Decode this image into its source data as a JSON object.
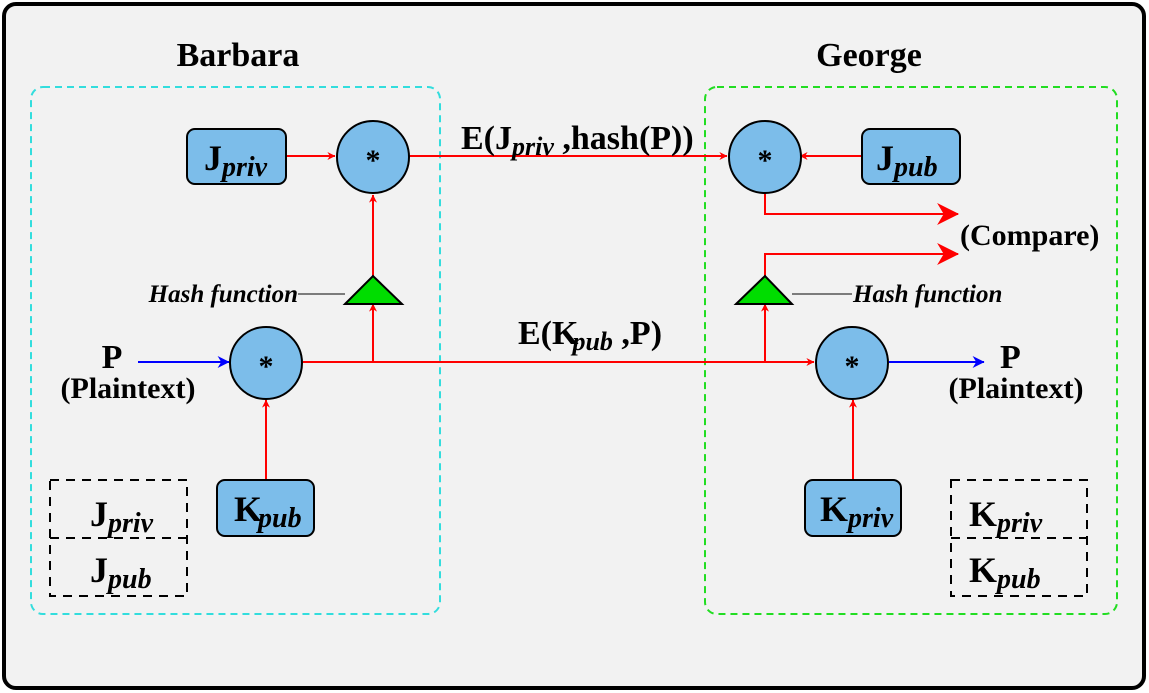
{
  "parties": {
    "left": "Barbara",
    "right": "George"
  },
  "operator": "*",
  "keys": {
    "j_main": "J",
    "k_main": "K",
    "priv_sub": "priv",
    "pub_sub": "pub"
  },
  "messages": {
    "signature_prefix": "E(J",
    "signature_suffix": " ,hash(P))",
    "cipher_prefix": "E(K",
    "cipher_suffix": " ,P)"
  },
  "labels": {
    "hash_function": "Hash function",
    "compare": "(Compare)",
    "plaintext_symbol": "P",
    "plaintext_word": "(Plaintext)"
  },
  "colors": {
    "background": "#f2f2f2",
    "frame": "#000000",
    "box_fill": "#7cbdea",
    "arrow_red": "#ff0000",
    "arrow_blue": "#0000ff",
    "hash_triangle": "#00dd00",
    "barbara_region": "#33dddd",
    "george_region": "#22dd22"
  }
}
